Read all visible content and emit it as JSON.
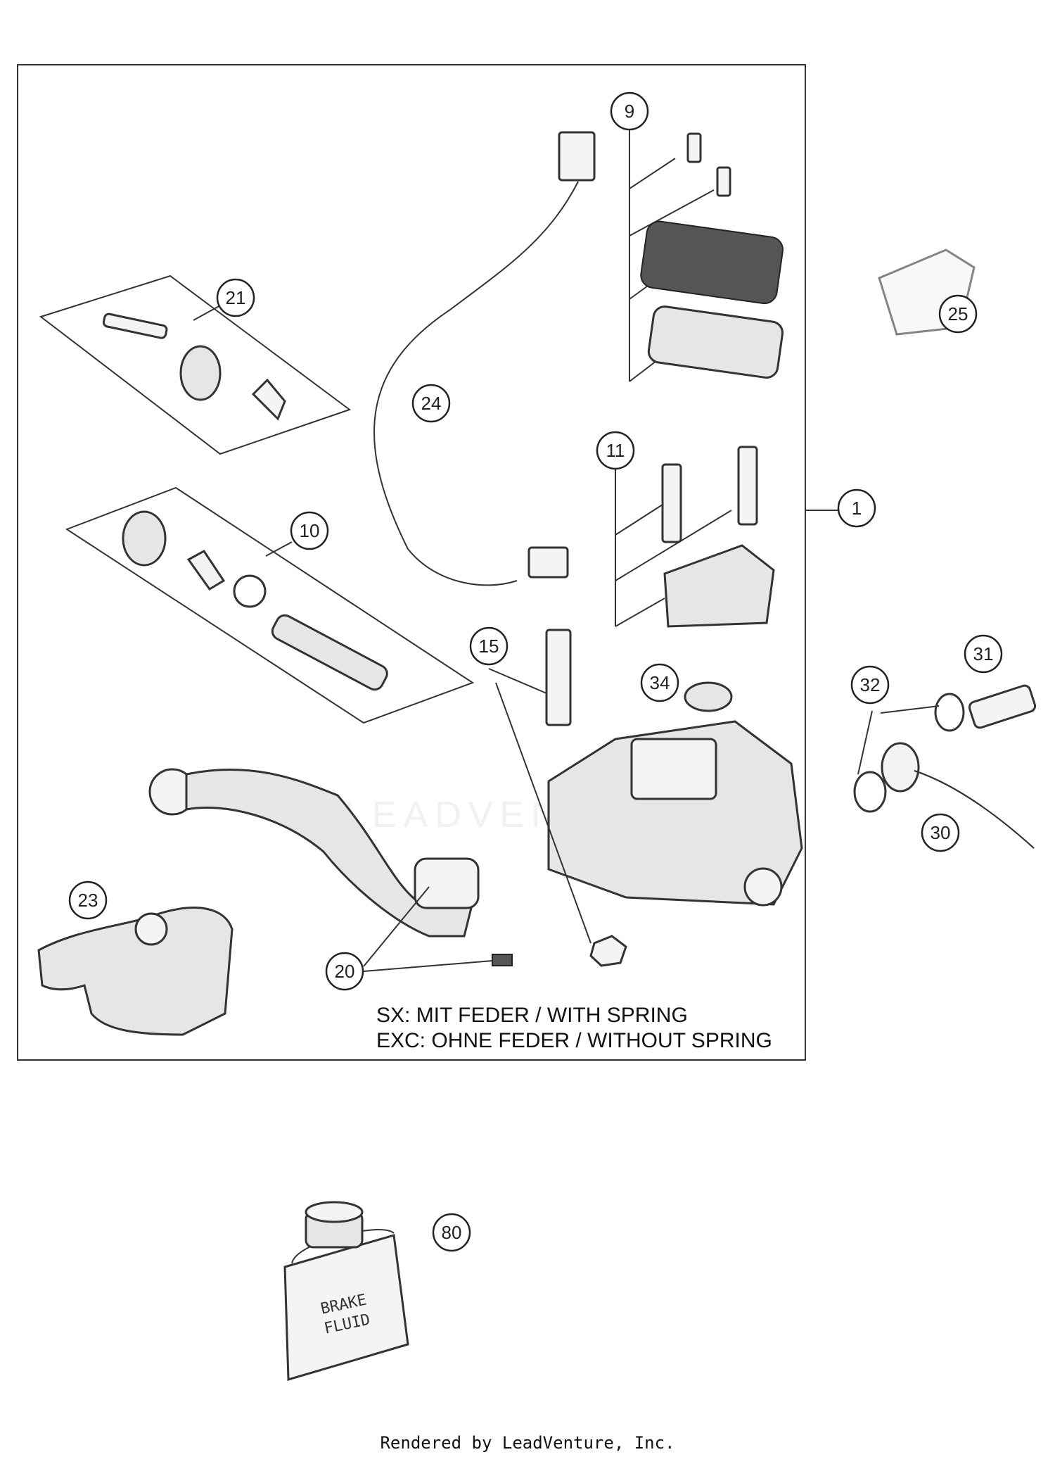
{
  "callouts": [
    "9",
    "21",
    "25",
    "24",
    "11",
    "1",
    "10",
    "15",
    "34",
    "31",
    "32",
    "30",
    "23",
    "20",
    "80"
  ],
  "notes": {
    "line1": "SX: MIT FEDER / WITH SPRING",
    "line2": "EXC: OHNE FEDER / WITHOUT SPRING"
  },
  "bottle_label": {
    "line1": "BRAKE",
    "line2": "FLUID"
  },
  "watermark": "LEADVENTURE",
  "footer": "Rendered by LeadVenture, Inc."
}
